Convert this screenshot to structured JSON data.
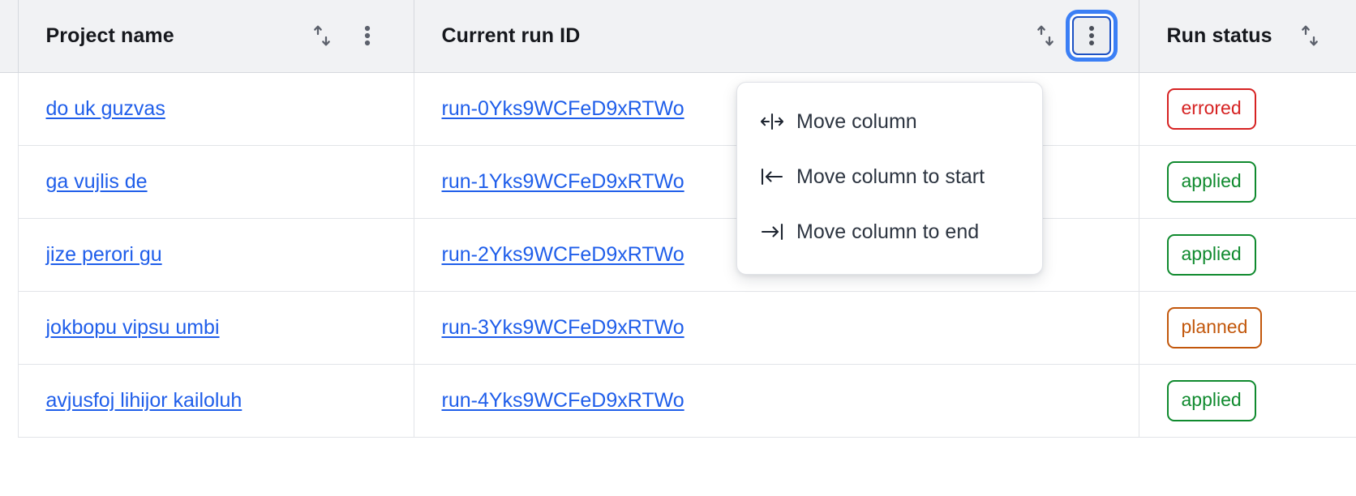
{
  "table": {
    "columns": [
      {
        "id": "project-name",
        "label": "Project name",
        "sort_icon": "sort-arrows-icon",
        "menu_icon": "kebab-menu-icon",
        "has_menu": true,
        "menu_focused": false
      },
      {
        "id": "current-run-id",
        "label": "Current run ID",
        "sort_icon": "sort-arrows-icon",
        "menu_icon": "kebab-menu-icon",
        "has_menu": true,
        "menu_focused": true
      },
      {
        "id": "run-status",
        "label": "Run status",
        "sort_icon": "sort-arrows-icon",
        "menu_icon": "kebab-menu-icon",
        "has_menu": false,
        "menu_focused": false
      }
    ],
    "rows": [
      {
        "project_name": "do uk guzvas",
        "run_id": "run-0Yks9WCFeD9xRTWo",
        "status": "errored",
        "status_kind": "errored"
      },
      {
        "project_name": "ga vujlis de",
        "run_id": "run-1Yks9WCFeD9xRTWo",
        "status": "applied",
        "status_kind": "applied"
      },
      {
        "project_name": "jize perori gu",
        "run_id": "run-2Yks9WCFeD9xRTWo",
        "status": "applied",
        "status_kind": "applied"
      },
      {
        "project_name": "jokbopu vipsu umbi",
        "run_id": "run-3Yks9WCFeD9xRTWo",
        "status": "planned",
        "status_kind": "planned"
      },
      {
        "project_name": "avjusfoj lihijor kailoluh",
        "run_id": "run-4Yks9WCFeD9xRTWo",
        "status": "applied",
        "status_kind": "applied"
      }
    ]
  },
  "column_menu": {
    "open_for_column": "Current run ID",
    "items": [
      {
        "label": "Move column",
        "icon": "move-column-icon"
      },
      {
        "label": "Move column to start",
        "icon": "move-to-start-icon"
      },
      {
        "label": "Move column to end",
        "icon": "move-to-end-icon"
      }
    ]
  },
  "colors": {
    "link": "#1f5eea",
    "header_bg": "#f1f2f4",
    "border": "#e2e4e8",
    "focus_ring": "#3b7ff5",
    "status_errored": "#d62222",
    "status_applied": "#0f8a2e",
    "status_planned": "#c2570b"
  }
}
